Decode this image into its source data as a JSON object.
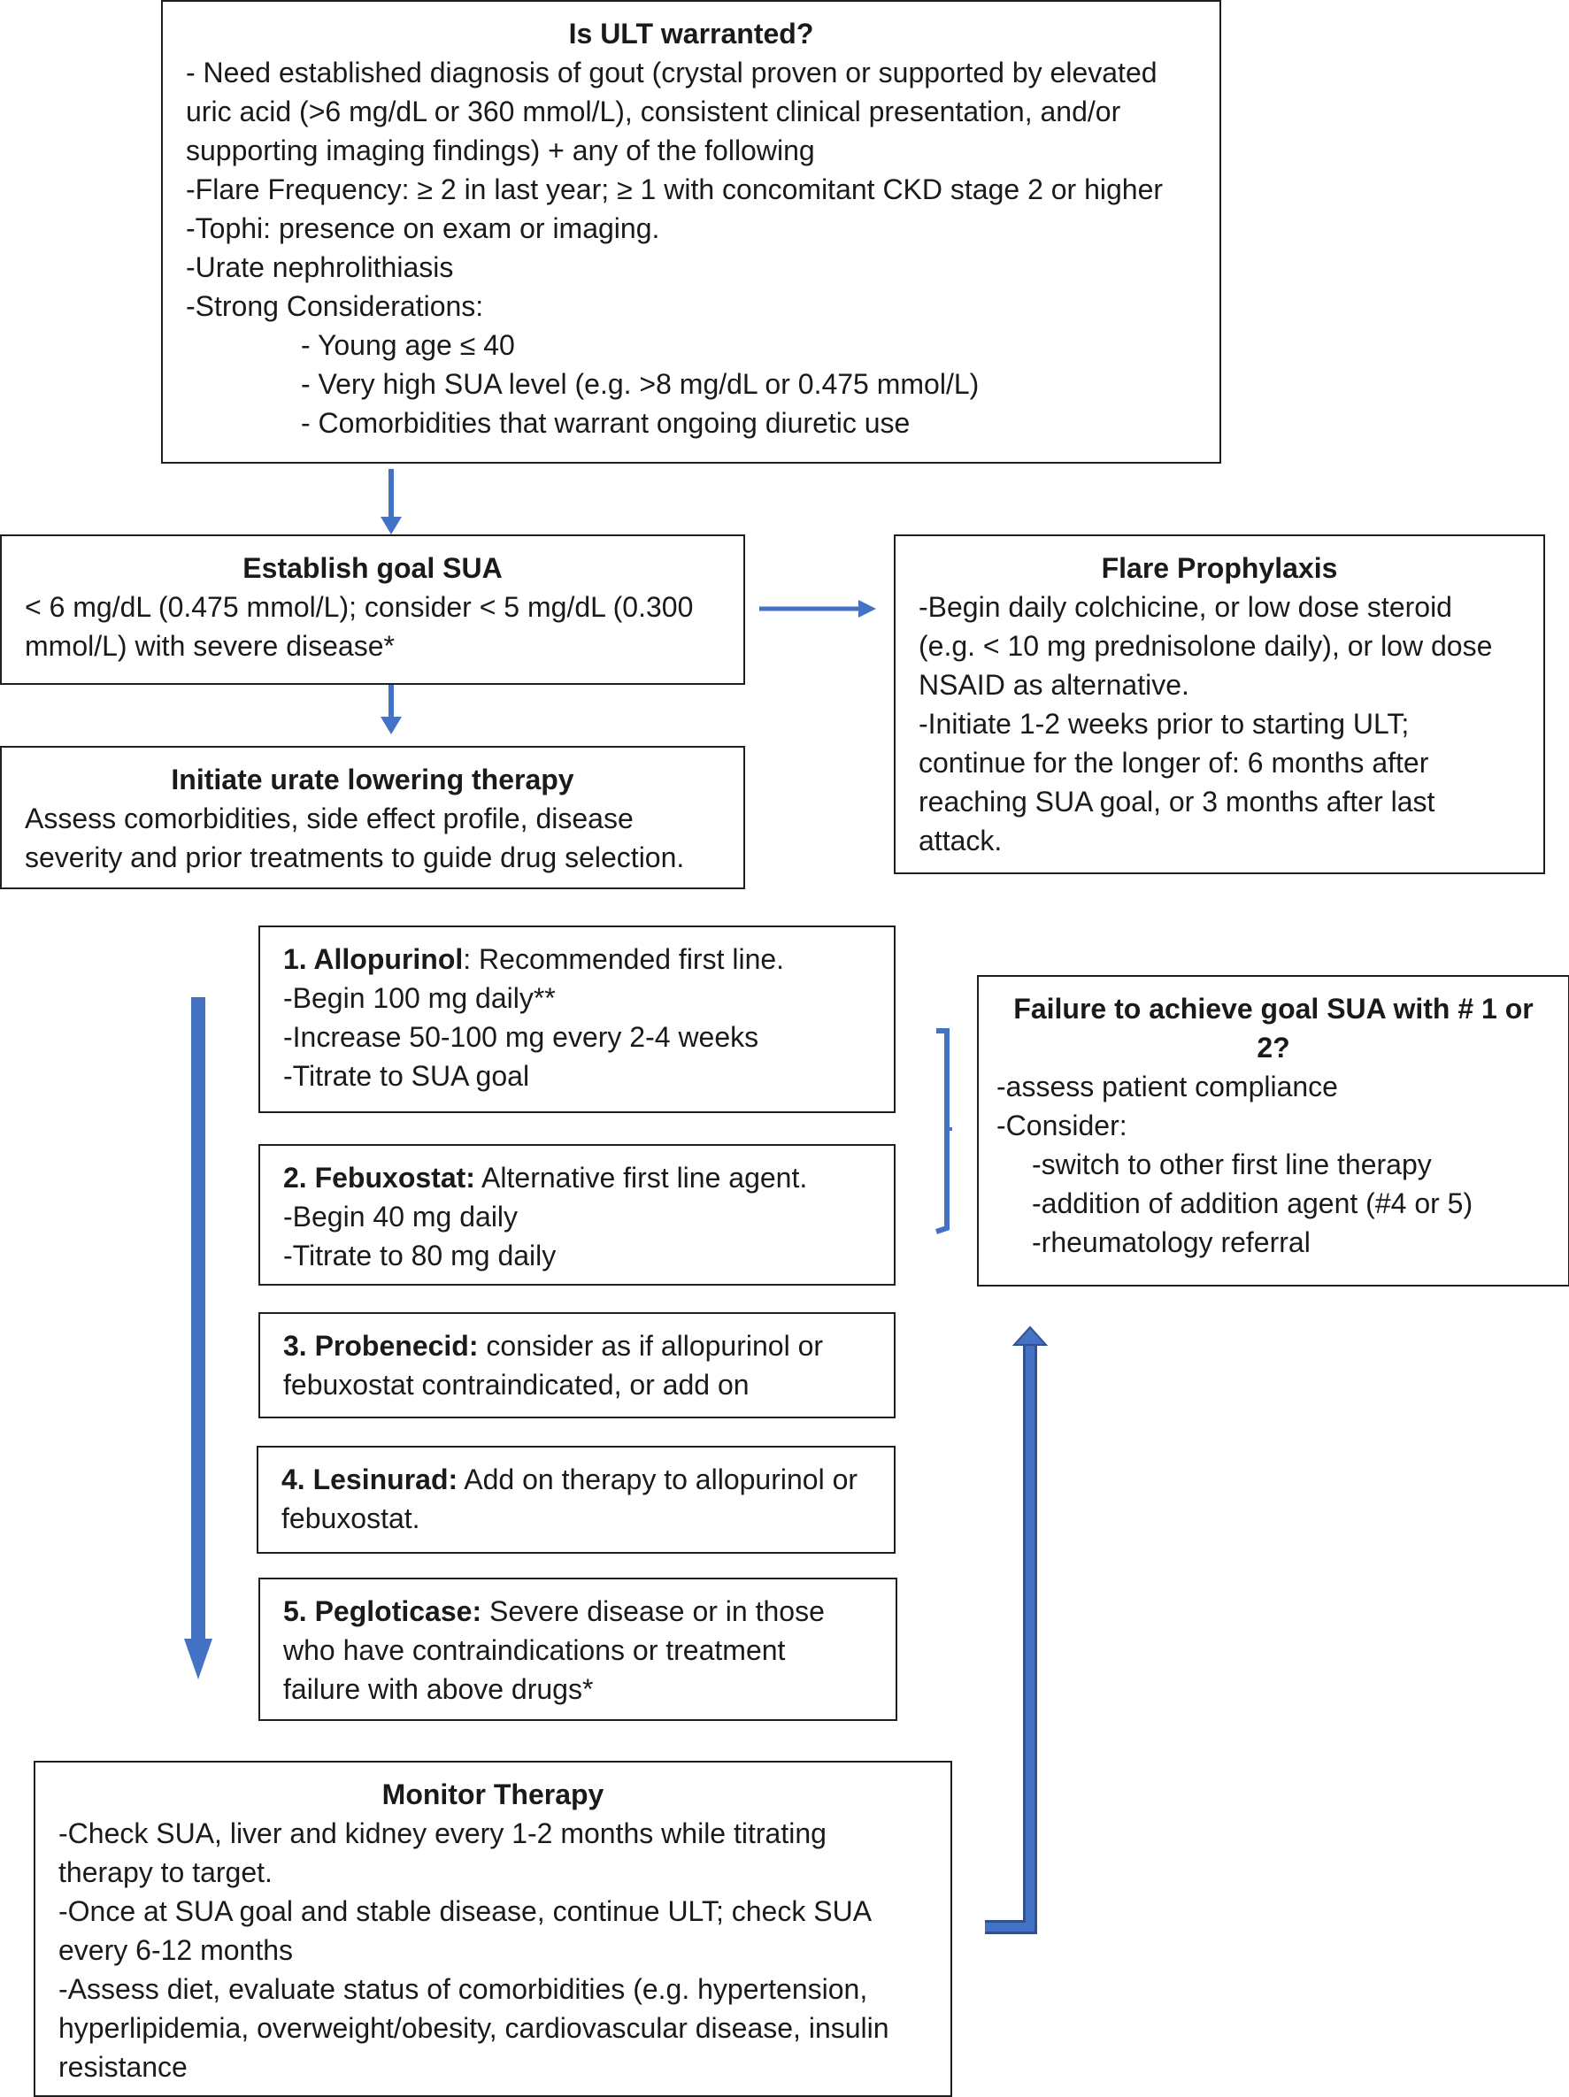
{
  "ult": {
    "title": "Is ULT warranted?",
    "lines": [
      "- Need established diagnosis of gout (crystal proven or supported by elevated",
      "uric acid (>6 mg/dL or 360 mmol/L), consistent clinical presentation, and/or",
      "supporting imaging findings) + any of the following",
      "-Flare Frequency: ≥ 2 in last year; ≥ 1 with concomitant CKD stage 2 or higher",
      "-Tophi: presence on exam or imaging.",
      "-Urate nephrolithiasis",
      "-Strong Considerations:"
    ],
    "sub_lines": [
      "- Young age ≤ 40",
      "- Very high SUA level (e.g. >8 mg/dL or 0.475 mmol/L)",
      "- Comorbidities that warrant ongoing diuretic use"
    ]
  },
  "goal": {
    "title": "Establish goal SUA",
    "lines": [
      "< 6 mg/dL (0.475 mmol/L); consider < 5 mg/dL (0.300",
      "mmol/L) with severe disease*"
    ]
  },
  "prophylaxis": {
    "title": "Flare Prophylaxis",
    "lines": [
      "-Begin daily colchicine, or low dose steroid",
      "(e.g. < 10 mg prednisolone daily), or low dose",
      "NSAID as alternative.",
      "-Initiate 1-2 weeks prior to starting ULT;",
      "continue for the longer of: 6 months after",
      "reaching SUA goal, or 3 months after last",
      "attack."
    ]
  },
  "initiate": {
    "title": "Initiate urate lowering therapy",
    "lines": [
      "Assess comorbidities, side effect profile, disease",
      "severity and prior treatments to guide drug selection."
    ]
  },
  "drugs": [
    {
      "name": "1. Allopurinol",
      "first": ": Recommended first line.",
      "lines": [
        "-Begin 100 mg daily**",
        "-Increase 50-100 mg every 2-4 weeks",
        "-Titrate to SUA goal"
      ]
    },
    {
      "name": "2. Febuxostat:",
      "first": " Alternative first line agent.",
      "lines": [
        "-Begin 40 mg daily",
        "-Titrate to 80 mg daily"
      ]
    },
    {
      "name": "3. Probenecid:",
      "first": " consider as if allopurinol or",
      "lines": [
        "febuxostat contraindicated, or add on"
      ]
    },
    {
      "name": "4. Lesinurad:",
      "first": " Add on therapy to allopurinol or",
      "lines": [
        "febuxostat."
      ]
    },
    {
      "name": "5. Pegloticase:",
      "first": " Severe disease or in those",
      "lines": [
        "who have contraindications or treatment",
        "failure with above drugs*"
      ]
    }
  ],
  "failure": {
    "title": "Failure to achieve goal SUA with # 1 or 2?",
    "lines": [
      "-assess patient compliance",
      "-Consider:"
    ],
    "sub_lines": [
      "-switch to other first line therapy",
      "-addition of addition agent (#4 or 5)",
      "-rheumatology referral"
    ]
  },
  "monitor": {
    "title": "Monitor Therapy",
    "lines": [
      "-Check SUA, liver and kidney every 1-2 months while titrating",
      "therapy to target.",
      "-Once at SUA goal and stable disease, continue ULT; check SUA",
      "every 6-12 months",
      "-Assess diet, evaluate status of comorbidities (e.g. hypertension,",
      "hyperlipidemia, overweight/obesity, cardiovascular disease, insulin",
      "resistance"
    ]
  },
  "colors": {
    "arrow": "#4472c4",
    "arrow_stroke": "#2f528f",
    "border": "#1f1f1f"
  }
}
